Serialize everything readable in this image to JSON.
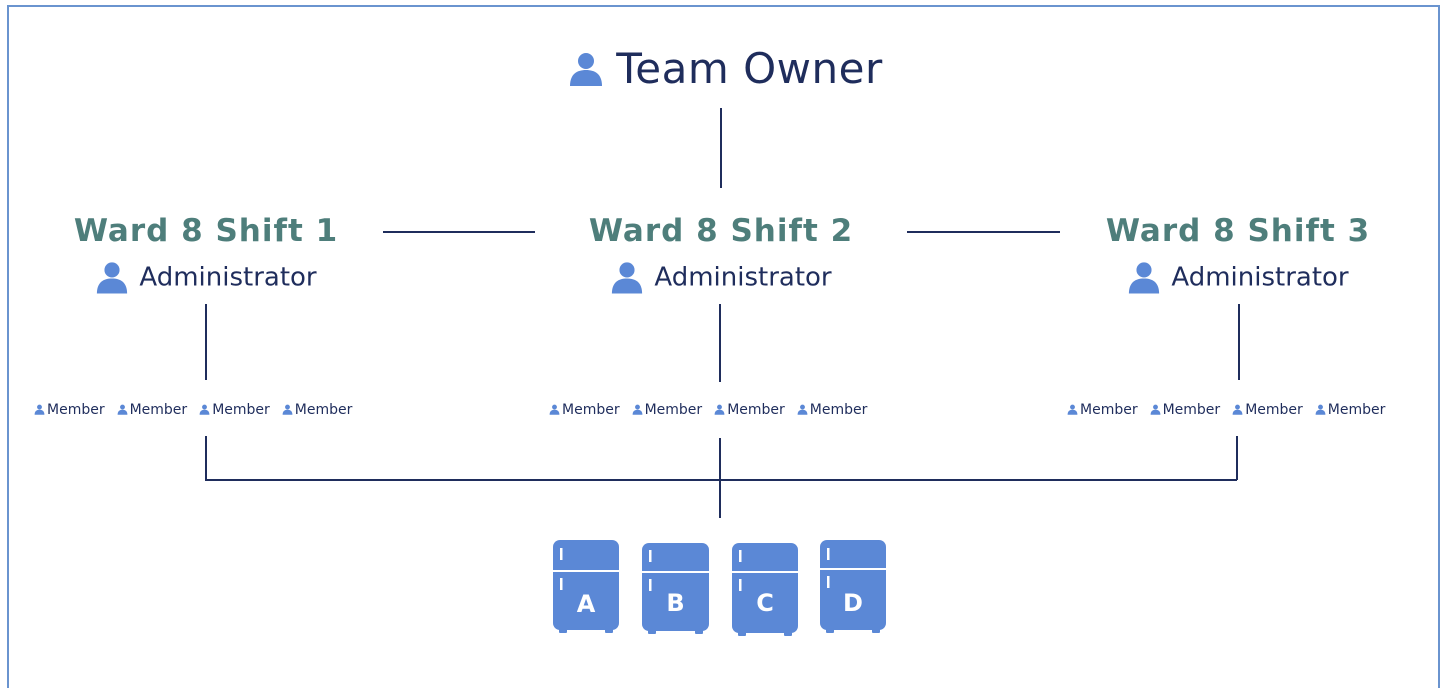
{
  "diagram": {
    "owner": {
      "label": "Team Owner",
      "icon": "person-icon"
    },
    "shifts": [
      {
        "title": "Ward 8 Shift 1",
        "admin_label": "Administrator",
        "members": [
          "Member",
          "Member",
          "Member",
          "Member"
        ]
      },
      {
        "title": "Ward 8 Shift 2",
        "admin_label": "Administrator",
        "members": [
          "Member",
          "Member",
          "Member",
          "Member"
        ]
      },
      {
        "title": "Ward 8 Shift 3",
        "admin_label": "Administrator",
        "members": [
          "Member",
          "Member",
          "Member",
          "Member"
        ]
      }
    ],
    "fridges": [
      {
        "letter": "A",
        "icon": "refrigerator-icon"
      },
      {
        "letter": "B",
        "icon": "refrigerator-icon"
      },
      {
        "letter": "C",
        "icon": "refrigerator-icon"
      },
      {
        "letter": "D",
        "icon": "refrigerator-icon"
      }
    ]
  },
  "colors": {
    "border": "#6a94cf",
    "icon_blue": "#5b88d6",
    "navy_text": "#1f2d5c",
    "teal_title": "#4e7e7b",
    "fridge_blue": "#5b88d6",
    "line": "#1f2d5c"
  }
}
